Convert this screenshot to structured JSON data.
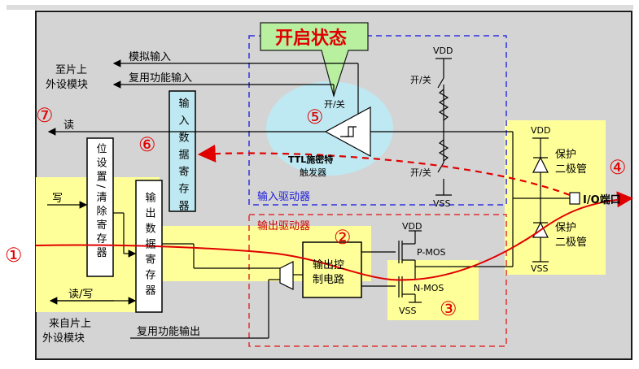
{
  "labels": {
    "to_peripheral_line1": "至片上",
    "to_peripheral_line2": "外设模块",
    "analog_input": "模拟输入",
    "alt_func_input": "复用功能输入",
    "read": "读",
    "write": "写",
    "read_write": "读/写",
    "from_peripheral_line1": "来自片上",
    "from_peripheral_line2": "外设模块",
    "alt_func_output": "复用功能输出",
    "bit_set_reset_reg": "位设置/清除寄存器",
    "output_data_reg": "输出数据寄存器",
    "input_data_reg": "输入数据寄存器",
    "open_state": "开启状态",
    "on_off_switch": "开/关",
    "on_off_top": "开/关",
    "on_off_bottom": "开/关",
    "ttl_schmitt_line1": "TTL施密特",
    "ttl_schmitt_line2": "触发器",
    "input_driver": "输入驱动器",
    "output_driver": "输出驱动器",
    "output_control_line1": "输出控",
    "output_control_line2": "制电路",
    "pmos": "P-MOS",
    "nmos": "N-MOS",
    "vdd_top": "VDD",
    "vss_top": "VSS",
    "vdd_diode": "VDD",
    "vss_diode": "VSS",
    "vdd_pmos": "VDD",
    "vss_nmos": "VSS",
    "protect_diode_top_l1": "保护",
    "protect_diode_top_l2": "二极管",
    "protect_diode_bot_l1": "保护",
    "protect_diode_bot_l2": "二极管",
    "io_port": "I/O端口"
  },
  "markers": [
    "①",
    "②",
    "③",
    "④",
    "⑤",
    "⑥",
    "⑦"
  ],
  "colors": {
    "highlight": "#ffff99",
    "bubble": "#bfe9f2",
    "callout": "#b8f0a0",
    "red_path": "#e00000",
    "blue_dash": "#3030e0",
    "red_dash": "#e03030"
  }
}
